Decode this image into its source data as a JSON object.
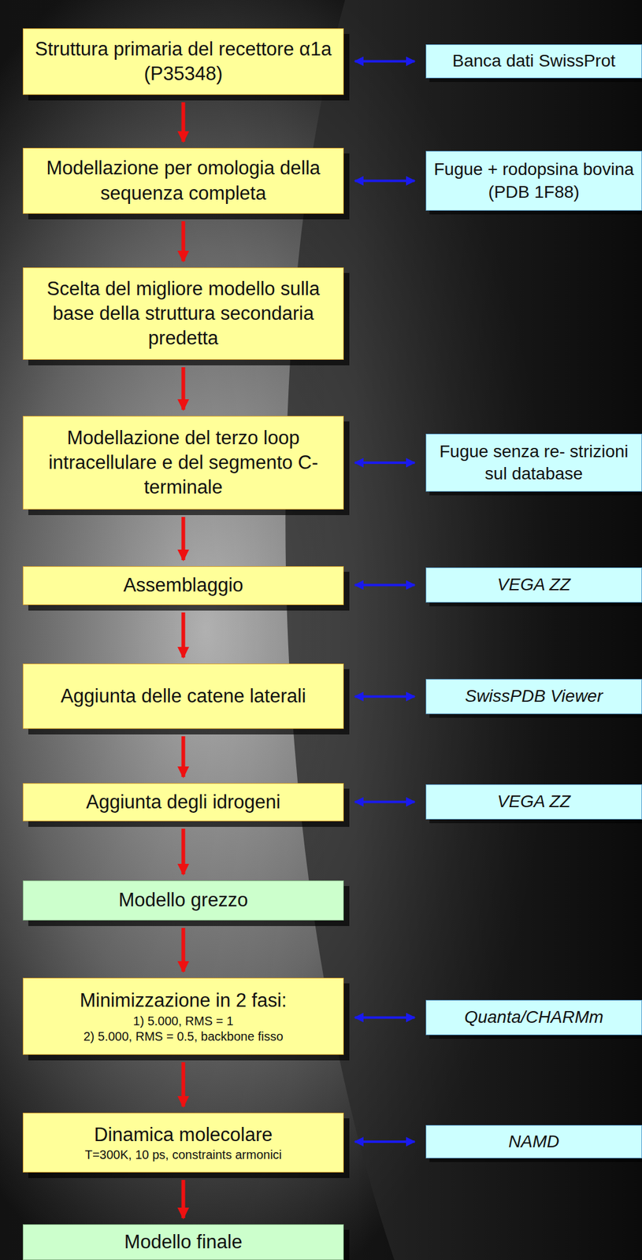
{
  "diagram": {
    "nodes": [
      {
        "text": [
          "Struttura primaria del recettore α1a (P35348)"
        ]
      },
      {
        "text": [
          "Banca dati SwissProt"
        ]
      },
      {
        "text": [
          "Modellazione per omologia della sequenza completa"
        ]
      },
      {
        "text": [
          "Fugue + rodopsina bovina (PDB 1F88)"
        ]
      },
      {
        "text": [
          "Scelta del migliore modello sulla base della struttura secondaria predetta"
        ]
      },
      {
        "text": [
          "Modellazione del terzo loop intracellulare e del segmento C-terminale"
        ]
      },
      {
        "text": [
          "Fugue senza re- strizioni sul database"
        ]
      },
      {
        "text": [
          "Assemblaggio"
        ]
      },
      {
        "text": [
          "VEGA ZZ"
        ]
      },
      {
        "text": [
          "Aggiunta delle catene laterali"
        ]
      },
      {
        "text": [
          "SwissPDB Viewer"
        ]
      },
      {
        "text": [
          "Aggiunta degli idrogeni"
        ]
      },
      {
        "text": [
          "VEGA ZZ"
        ]
      },
      {
        "text": [
          "Modello grezzo"
        ]
      },
      {
        "text": [
          "Minimizzazione in 2 fasi:",
          "1) 5.000, RMS = 1",
          "2) 5.000, RMS = 0.5, backbone fisso"
        ]
      },
      {
        "text": [
          "Quanta/CHARMm"
        ]
      },
      {
        "text": [
          "Dinamica molecolare",
          "T=300K, 10 ps, constraints armonici"
        ]
      },
      {
        "text": [
          "NAMD"
        ]
      },
      {
        "text": [
          "Modello finale"
        ]
      }
    ],
    "edges": [
      {
        "from": 0,
        "to": 1,
        "arrow": "both"
      },
      {
        "from": 0,
        "to": 2,
        "arrow": "to"
      },
      {
        "from": 2,
        "to": 3,
        "arrow": "both"
      },
      {
        "from": 2,
        "to": 4,
        "arrow": "to"
      },
      {
        "from": 4,
        "to": 5,
        "arrow": "to"
      },
      {
        "from": 5,
        "to": 6,
        "arrow": "both"
      },
      {
        "from": 5,
        "to": 7,
        "arrow": "to"
      },
      {
        "from": 7,
        "to": 8,
        "arrow": "both"
      },
      {
        "from": 7,
        "to": 9,
        "arrow": "to"
      },
      {
        "from": 9,
        "to": 10,
        "arrow": "both"
      },
      {
        "from": 9,
        "to": 11,
        "arrow": "to"
      },
      {
        "from": 11,
        "to": 12,
        "arrow": "both"
      },
      {
        "from": 11,
        "to": 13,
        "arrow": "to"
      },
      {
        "from": 13,
        "to": 14,
        "arrow": "to"
      },
      {
        "from": 14,
        "to": 15,
        "arrow": "both"
      },
      {
        "from": 14,
        "to": 16,
        "arrow": "to"
      },
      {
        "from": 16,
        "to": 17,
        "arrow": "both"
      },
      {
        "from": 16,
        "to": 18,
        "arrow": "to"
      }
    ]
  }
}
